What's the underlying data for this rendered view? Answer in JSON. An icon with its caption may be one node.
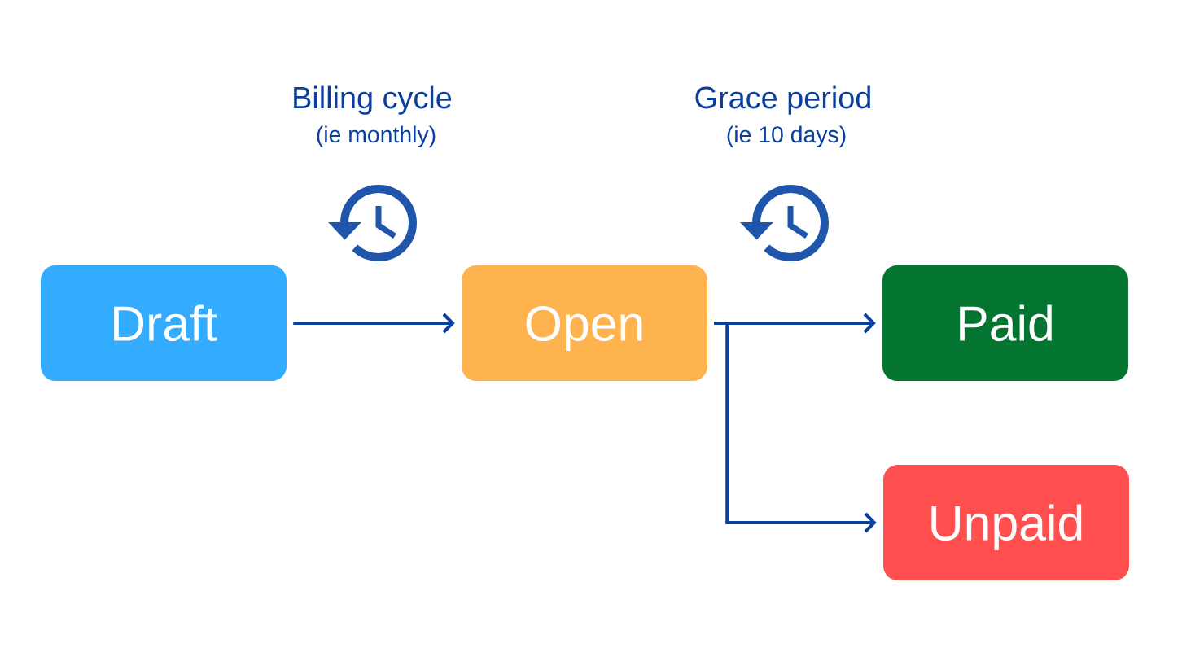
{
  "diagram": {
    "nodes": [
      {
        "text": [
          "Draft"
        ]
      },
      {
        "text": [
          "Open"
        ]
      },
      {
        "text": [
          "Paid"
        ]
      },
      {
        "text": [
          "Unpaid"
        ]
      }
    ],
    "edges": [
      {
        "from": 0,
        "to": 1,
        "arrow": "to"
      },
      {
        "from": 1,
        "to": 2,
        "arrow": "to"
      },
      {
        "from": 1,
        "to": 3,
        "arrow": "to"
      }
    ],
    "labels": [
      "Billing cycle",
      "(ie monthly)",
      "Grace period",
      "(ie 10 days)"
    ]
  }
}
